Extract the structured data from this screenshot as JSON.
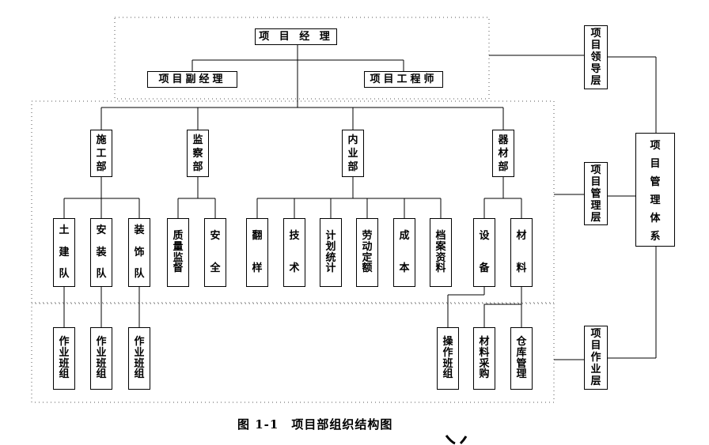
{
  "nodes": {
    "pm": "项 目 经 理",
    "deputy": "项目副经理",
    "engineer": "项目工程师",
    "construction": "施\n工\n部",
    "supervision": "监\n察\n部",
    "internal": "内\n业\n部",
    "equipment": "器\n材\n部",
    "civil": "土\n\n建\n\n队",
    "install": "安\n\n装\n\n队",
    "decor": "装\n\n饰\n\n队",
    "quality": "质\n量\n监\n督",
    "safety": "安\n\n\n全",
    "flip": "翻\n\n\n样",
    "tech": "技\n\n\n术",
    "plan": "计\n划\n统\n计",
    "labor": "劳\n动\n定\n额",
    "cost": "成\n\n\n本",
    "archive": "档\n案\n资\n料",
    "device": "设\n\n\n备",
    "material": "材\n\n\n料",
    "team1": "作\n业\n班\n组",
    "team2": "作\n业\n班\n组",
    "team3": "作\n业\n班\n组",
    "op_team": "操\n作\n班\n组",
    "purchase": "材\n料\n采\n购",
    "warehouse": "仓\n库\n管\n理"
  },
  "levels": {
    "leadership": "项\n目\n领\n导\n层",
    "management": "项\n目\n管\n理\n层",
    "operation": "项\n目\n作\n业\n层",
    "system": "项\n目\n管\n理\n体\n系"
  },
  "caption": "图 1-1　项目部组织结构图",
  "colors": {
    "line": "#000000",
    "dotted": "#555555",
    "background": "#ffffff"
  }
}
